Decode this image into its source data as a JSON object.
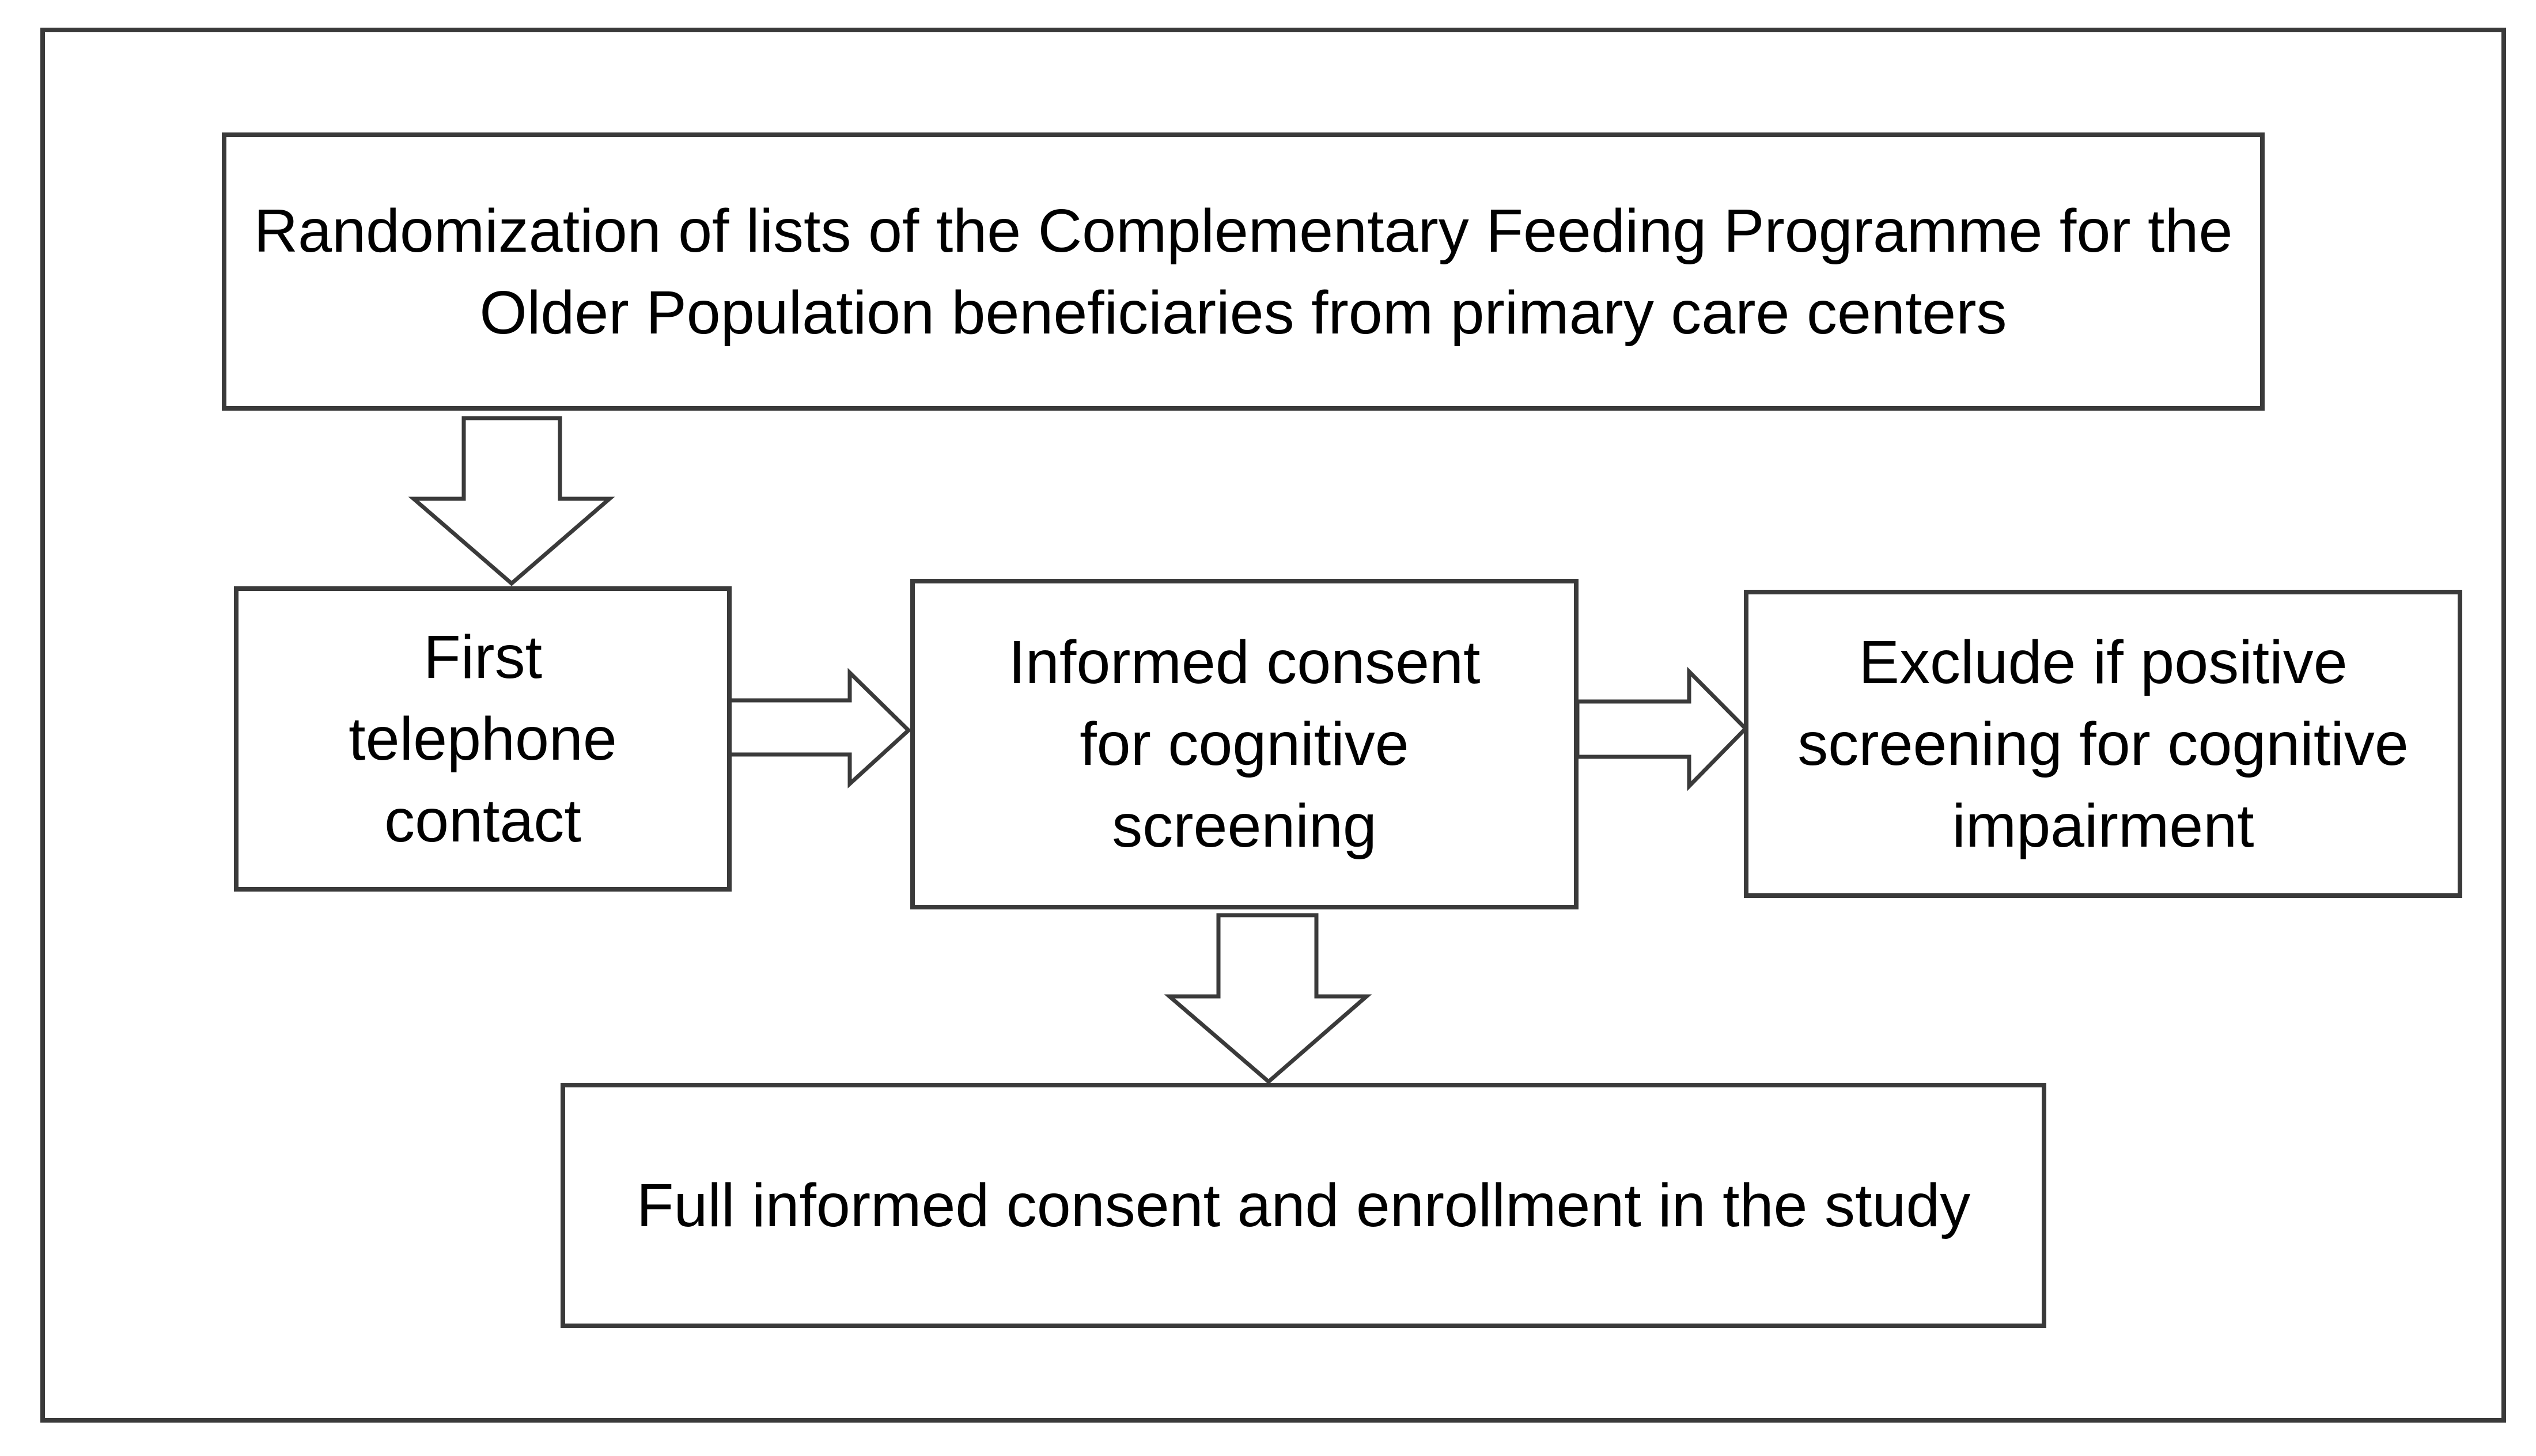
{
  "diagram": {
    "nodes": {
      "randomization": "Randomization of lists of the Complementary Feeding Programme for the Older Population beneficiaries from primary care centers",
      "first_contact": "First telephone contact",
      "informed_consent": "Informed consent for cognitive screening",
      "exclude": "Exclude if positive screening for cognitive impairment",
      "full_consent": "Full informed consent and enrollment in the study"
    },
    "edges": [
      {
        "from": "randomization",
        "to": "first_contact"
      },
      {
        "from": "first_contact",
        "to": "informed_consent"
      },
      {
        "from": "informed_consent",
        "to": "exclude"
      },
      {
        "from": "informed_consent",
        "to": "full_consent"
      }
    ],
    "colors": {
      "stroke": "#3a3a3a",
      "fill": "#ffffff"
    }
  }
}
